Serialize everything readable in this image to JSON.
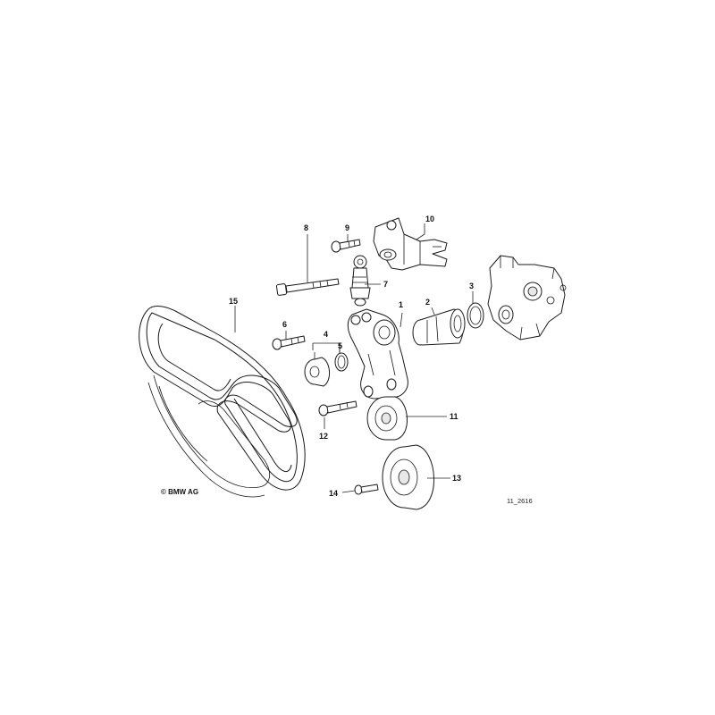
{
  "diagram": {
    "callouts": {
      "p1": "1",
      "p2": "2",
      "p3": "3",
      "p4": "4",
      "p5": "5",
      "p6": "6",
      "p7": "7",
      "p8": "8",
      "p9": "9",
      "p10": "10",
      "p11": "11",
      "p12": "12",
      "p13": "13",
      "p14": "14",
      "p15": "15"
    },
    "copyright": "© BMW AG",
    "drawing_number": "11_2616"
  }
}
